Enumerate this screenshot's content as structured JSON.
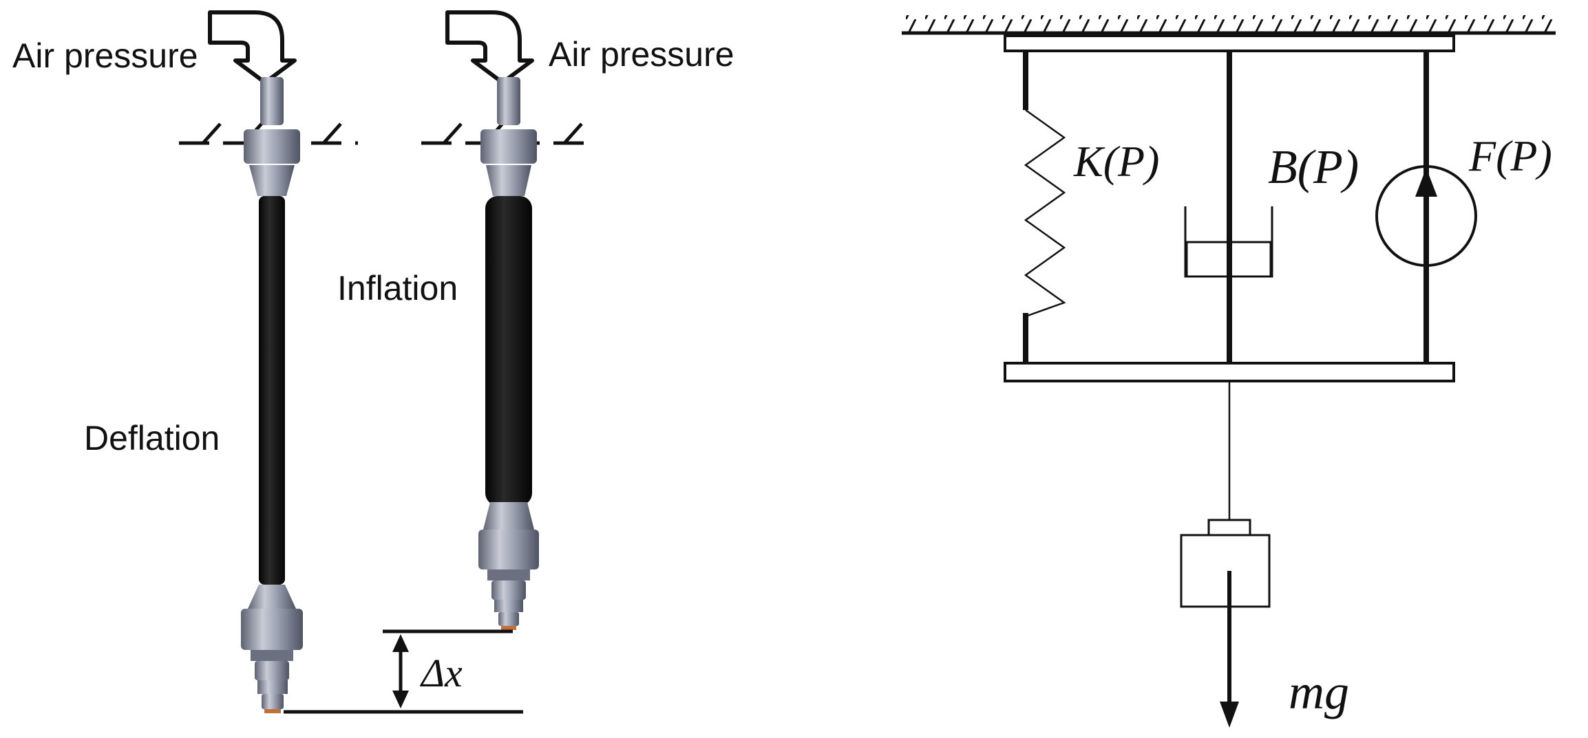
{
  "left_panel": {
    "air_pressure_left": "Air pressure",
    "air_pressure_right": "Air pressure",
    "deflation": "Deflation",
    "inflation": "Inflation",
    "delta_x": "Δx"
  },
  "right_panel": {
    "stiffness": "K(P)",
    "damping": "B(P)",
    "force": "F(P)",
    "weight": "mg"
  },
  "colors": {
    "line": "#111111",
    "tube": "#141414",
    "fitting": "#8f95a6",
    "fitting_dark": "#5d6272",
    "fitting_light": "#c9ccd6",
    "tip": "#c0703a"
  }
}
